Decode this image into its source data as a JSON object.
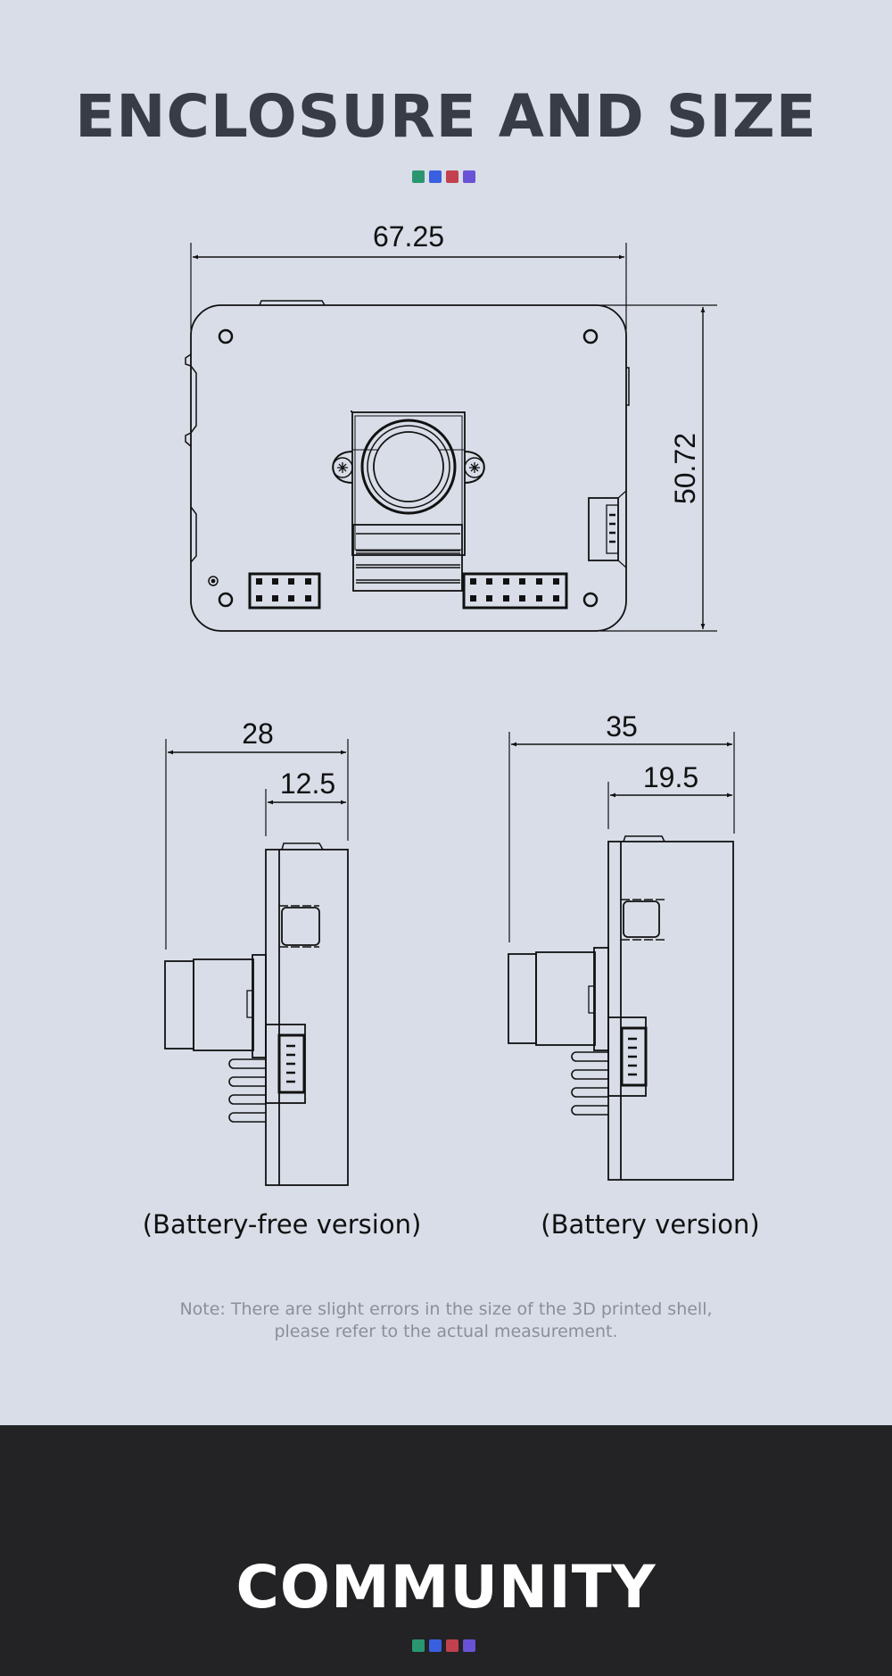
{
  "header": {
    "title": "ENCLOSURE AND SIZE",
    "accent_colors": [
      "#2a9670",
      "#3a5fe0",
      "#c2414e",
      "#6a52d6"
    ]
  },
  "front_view": {
    "width_label": "67.25",
    "height_label": "50.72"
  },
  "side_views": [
    {
      "caption": "(Battery-free version)",
      "total_depth_label": "28",
      "body_depth_label": "12.5"
    },
    {
      "caption": "(Battery version)",
      "total_depth_label": "35",
      "body_depth_label": "19.5"
    }
  ],
  "note": {
    "line1": "Note: There are slight errors in the size of the 3D printed shell,",
    "line2": "please refer to the actual measurement."
  },
  "footer": {
    "title": "COMMUNITY",
    "accent_colors": [
      "#2a9670",
      "#3a5fe0",
      "#c2414e",
      "#6a52d6"
    ]
  }
}
